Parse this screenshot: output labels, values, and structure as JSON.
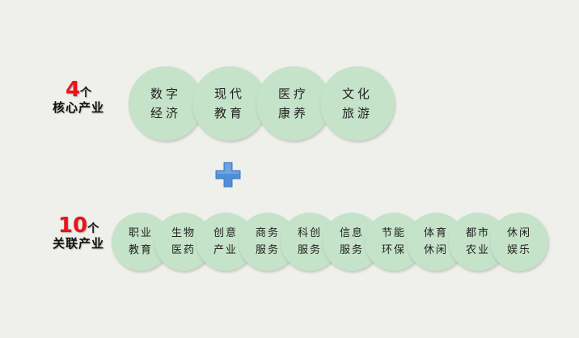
{
  "core": {
    "count": "4",
    "unit": "个",
    "title": "核心产业",
    "items": [
      {
        "line1": "数字",
        "line2": "经济"
      },
      {
        "line1": "现代",
        "line2": "教育"
      },
      {
        "line1": "医疗",
        "line2": "康养"
      },
      {
        "line1": "文化",
        "line2": "旅游"
      }
    ]
  },
  "related": {
    "count": "10",
    "unit": "个",
    "title": "关联产业",
    "items": [
      {
        "line1": "职业",
        "line2": "教育"
      },
      {
        "line1": "生物",
        "line2": "医药"
      },
      {
        "line1": "创意",
        "line2": "产业"
      },
      {
        "line1": "商务",
        "line2": "服务"
      },
      {
        "line1": "科创",
        "line2": "服务"
      },
      {
        "line1": "信息",
        "line2": "服务"
      },
      {
        "line1": "节能",
        "line2": "环保"
      },
      {
        "line1": "体育",
        "line2": "休闲"
      },
      {
        "line1": "都市",
        "line2": "农业"
      },
      {
        "line1": "休闲",
        "line2": "娱乐"
      }
    ]
  },
  "colors": {
    "background": "#efefeb",
    "circle_fill": "#c4e3c8",
    "number_red": "#e8141a",
    "plus_blue": "#4f8fd8"
  },
  "icons": {
    "plus": "plus-icon"
  }
}
